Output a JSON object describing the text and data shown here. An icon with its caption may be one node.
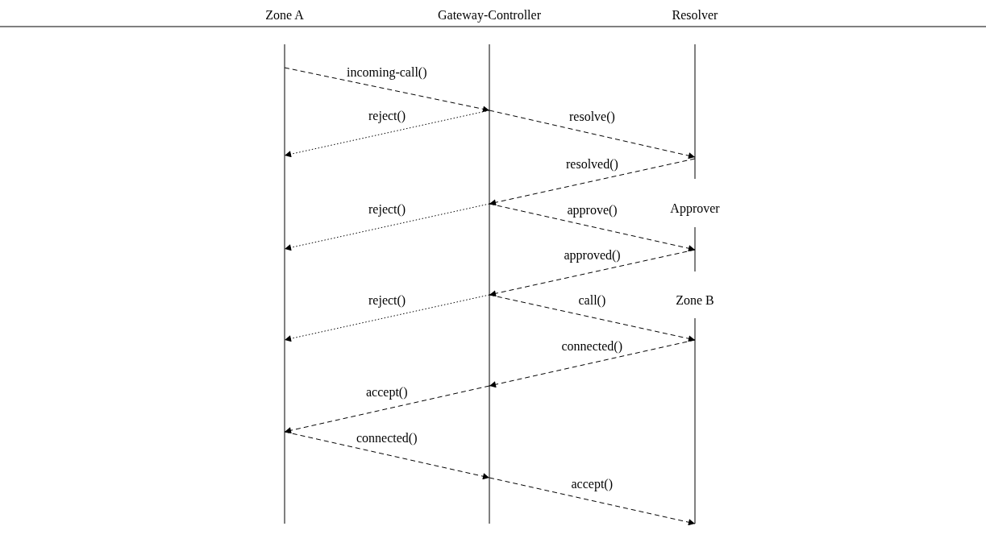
{
  "diagram": {
    "nodes": [
      {
        "text": [
          "Zone A"
        ]
      },
      {
        "text": [
          "Gateway-Controller"
        ]
      },
      {
        "text": [
          "Resolver"
        ]
      },
      {
        "text": [
          "Approver"
        ]
      },
      {
        "text": [
          "Zone B"
        ]
      }
    ],
    "edges": [
      {
        "from": 0,
        "to": 1,
        "arrow": "to",
        "label": "incoming-call()"
      },
      {
        "from": 1,
        "to": 0,
        "arrow": "to",
        "label": "reject()",
        "style": "dashed"
      },
      {
        "from": 1,
        "to": 2,
        "arrow": "to",
        "label": "resolve()"
      },
      {
        "from": 2,
        "to": 1,
        "arrow": "to",
        "label": "resolved()"
      },
      {
        "from": 1,
        "to": 0,
        "arrow": "to",
        "label": "reject()",
        "style": "dashed"
      },
      {
        "from": 1,
        "to": 3,
        "arrow": "to",
        "label": "approve()"
      },
      {
        "from": 3,
        "to": 1,
        "arrow": "to",
        "label": "approved()"
      },
      {
        "from": 1,
        "to": 0,
        "arrow": "to",
        "label": "reject()",
        "style": "dashed"
      },
      {
        "from": 1,
        "to": 4,
        "arrow": "to",
        "label": "call()"
      },
      {
        "from": 4,
        "to": 1,
        "arrow": "to",
        "label": "connected()"
      },
      {
        "from": 1,
        "to": 0,
        "arrow": "to",
        "label": "accept()"
      },
      {
        "from": 0,
        "to": 1,
        "arrow": "to",
        "label": "connected()"
      },
      {
        "from": 1,
        "to": 4,
        "arrow": "to",
        "label": "accept()"
      }
    ]
  }
}
